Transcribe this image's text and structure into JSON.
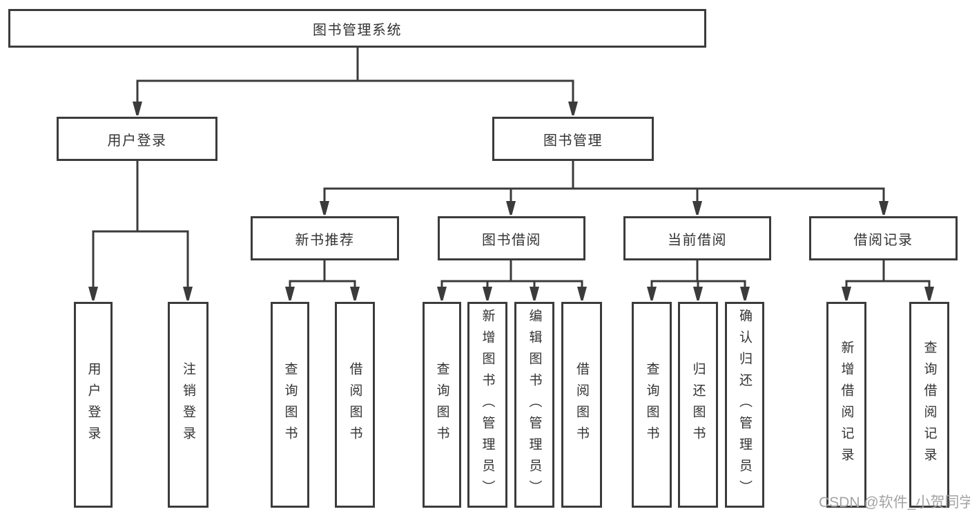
{
  "diagram_title": "图书管理系统",
  "colors": {
    "line": "#3b3b3b",
    "box_border": "#3b3b3b",
    "text": "#333333",
    "background": "#ffffff",
    "watermark": "#a3a3a3"
  },
  "tree": {
    "root": {
      "label": "图书管理系统"
    },
    "level2": [
      {
        "label": "用户登录",
        "children": [
          {
            "label": "用户登录"
          },
          {
            "label": "注销登录"
          }
        ]
      },
      {
        "label": "图书管理",
        "children": [
          {
            "label": "新书推荐",
            "children": [
              {
                "label": "查询图书"
              },
              {
                "label": "借阅图书"
              }
            ]
          },
          {
            "label": "图书借阅",
            "children": [
              {
                "label": "查询图书"
              },
              {
                "label": "新增图书（管理员）"
              },
              {
                "label": "编辑图书（管理员）"
              },
              {
                "label": "借阅图书"
              }
            ]
          },
          {
            "label": "当前借阅",
            "children": [
              {
                "label": "查询图书"
              },
              {
                "label": "归还图书"
              },
              {
                "label": "确认归还（管理员）"
              }
            ]
          },
          {
            "label": "借阅记录",
            "children": [
              {
                "label": "新增借阅记录"
              },
              {
                "label": "查询借阅记录"
              }
            ]
          }
        ]
      }
    ]
  },
  "watermark": {
    "text": "CSDN @软件_小贺同学"
  }
}
